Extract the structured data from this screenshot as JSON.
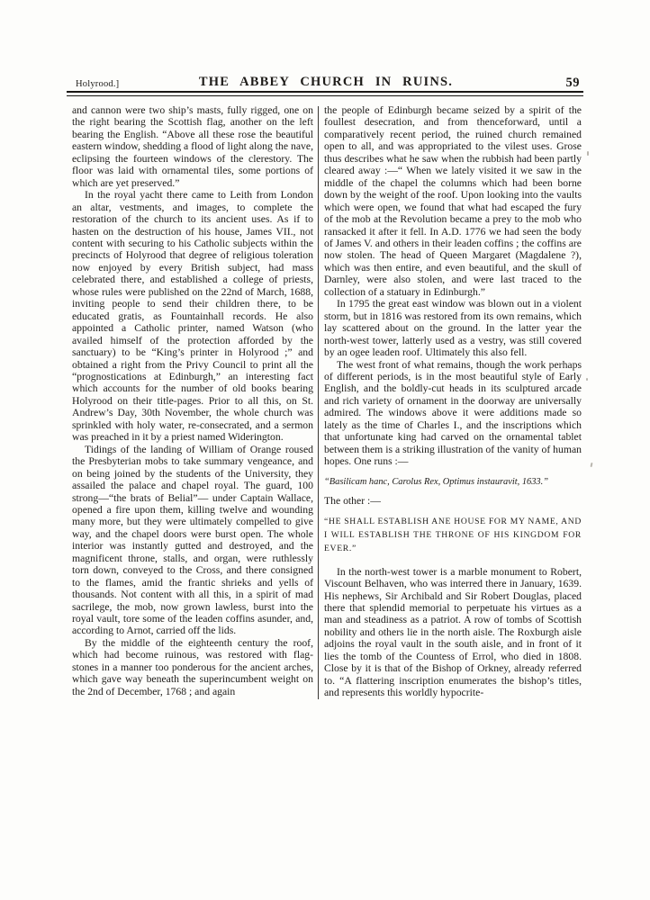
{
  "header": {
    "left": "Holyrood.]",
    "title": "THE ABBEY CHURCH IN RUINS.",
    "page_number": "59"
  },
  "left_column": {
    "paragraphs": [
      {
        "text": "and cannon were two ship’s masts, fully rigged, one on the right bearing the Scottish flag, another on the left bearing the English.  “Above all these rose the beautiful eastern window, shedding a flood of light along the nave, eclipsing the fourteen windows of the clerestory.  The floor was laid with ornamental tiles, some portions of which are yet preserved.”"
      },
      {
        "text": "In the royal yacht there came to Leith from London an altar, vestments, and images, to complete the restoration of the church to its ancient uses. As if to hasten on the destruction of his house, James VII., not content with securing to his Catholic subjects within the precincts of Holyrood that degree of religious toleration now enjoyed by every British subject, had mass celebrated there, and established a college of priests, whose rules were published on the 22nd of March, 1688, inviting people to send their children there, to be educated gratis, as Fountainhall records.  He also appointed a Catholic printer, named Watson (who availed himself of the protection afforded by the sanctuary) to be “King’s printer in Holyrood ;” and obtained a right from the Privy Council to print all the “prognostications at Edinburgh,” an interesting fact which accounts for the number of old books bearing Holyrood on their title-pages.  Prior to all this, on St. Andrew’s Day, 30th November, the whole church was sprinkled with holy water, re-consecrated, and a sermon was preached in it by a priest named Widerington."
      },
      {
        "text": "Tidings of the landing of William of Orange roused the Presbyterian mobs to take summary vengeance, and on being joined by the students of the University, they assailed the palace and chapel royal. The guard, 100 strong—“the brats of Belial”— under Captain Wallace, opened a fire upon them, killing twelve and wounding many more, but they were ultimately compelled to give way, and the chapel doors were burst open.  The whole interior was instantly gutted and destroyed, and the magnificent throne, stalls, and organ, were ruthlessly torn down, conveyed to the Cross, and there consigned to the flames, amid the frantic shrieks and yells of thousands.  Not content with all this, in a spirit of mad sacrilege, the mob, now grown lawless, burst into the royal vault, tore some of the leaden coffins asunder, and, according to Arnot, carried off the lids."
      },
      {
        "text": "By the middle of the eighteenth century the roof, which had become ruinous, was restored with flag-stones in a manner too ponderous for the ancient arches, which gave way beneath the superincumbent weight on the 2nd of December, 1768 ;  and again"
      }
    ]
  },
  "right_column": {
    "paragraphs": [
      {
        "text": "the people of Edinburgh became seized by a spirit of the foullest desecration, and from thenceforward, until a comparatively recent period, the ruined church remained open to all, and was appropriated to the vilest uses.  Grose thus describes what he saw when the rubbish had been partly cleared away :—“ When we lately visited it we saw in the middle of the chapel the columns which had been borne down by the weight of the roof.  Upon looking into the vaults which were open, we found that what had escaped the fury of the mob at the Revolution became a prey to the mob who ransacked it after it fell.  In A.D. 1776 we had seen the body of James V. and others in their leaden coffins ; the coffins are now stolen.  The head of Queen Margaret (Magdalene ?), which was then entire, and even beautiful, and the skull of Darnley, were also stolen, and were last traced to the collection of a statuary in Edinburgh.”"
      },
      {
        "text": "In 1795 the great east window was blown out in a violent storm, but in 1816 was restored from its own remains, which lay scattered about on the ground.  In the latter year the north-west tower, latterly used as a vestry, was still covered by an ogee leaden roof.  Ultimately this also fell."
      },
      {
        "text": "The west front of what remains, though the work perhaps of different periods, is in the most beautiful style of Early English, and the boldly-cut heads in its sculptured arcade and rich variety of ornament in the doorway are universally admired. The windows above it were additions made so lately as the time of Charles I., and the inscriptions which that unfortunate king had carved on the ornamental tablet between them is a striking illustration of the vanity of human hopes.  One runs :—"
      },
      {
        "text": "“Basilicam  hanc, Carolus Rex, Optimus instauravit, 1633.”"
      },
      {
        "text": "The other :—"
      },
      {
        "text": "“HE SHALL ESTABLISH ANE HOUSE FOR MY NAME, AND I WILL ESTABLISH THE THRONE OF HIS KINGDOM FOR EVER.”"
      },
      {
        "text": "In the north-west tower is a marble monument to Robert, Viscount Belhaven, who was interred there in January, 1639.  His nephews, Sir Archibald and Sir Robert Douglas, placed there that splendid memorial to perpetuate his virtues as a man and steadiness as a patriot.  A row of tombs of Scottish nobility and others lie in the north aisle.  The Roxburgh aisle adjoins the royal vault in the south aisle, and in front of it lies the tomb of the Countess of Errol, who died in 1808.  Close by it is that of the Bishop of Orkney, already referred to.  “A flattering inscription enumerates the bishop’s titles, and represents this worldly hypocrite-"
      }
    ]
  }
}
